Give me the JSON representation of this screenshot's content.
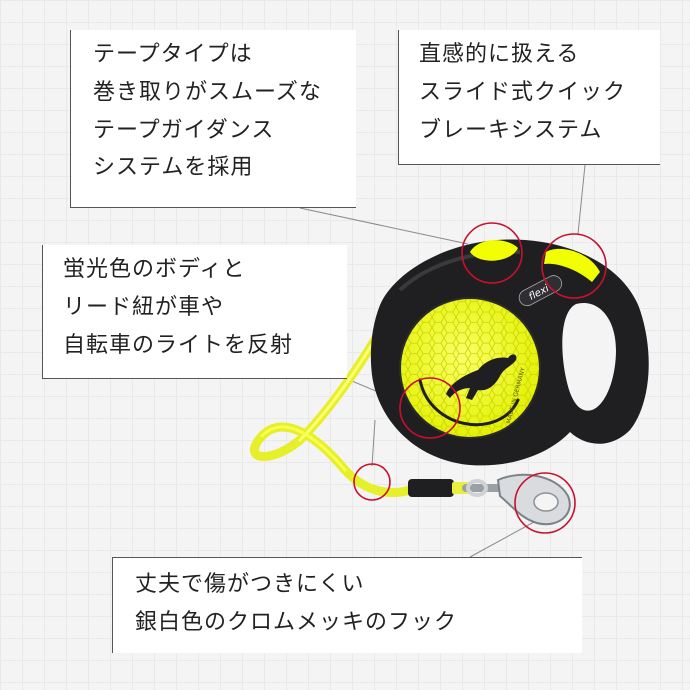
{
  "callouts": {
    "tape_guidance": {
      "lines": [
        "テープタイプは",
        "巻き取りがスムーズな",
        "テープガイダンス",
        "システムを採用"
      ]
    },
    "brake": {
      "lines": [
        "直感的に扱える",
        "スライド式クイック",
        "ブレーキシステム"
      ]
    },
    "reflective": {
      "lines": [
        "蛍光色のボディと",
        "リード紐が車や",
        "自転車のライトを反射"
      ]
    },
    "hook": {
      "lines": [
        "丈夫で傷がつきにくい",
        "銀白色のクロムメッキのフック"
      ]
    }
  },
  "product": {
    "logo_text": "flexi",
    "badge_text": "MADE IN GERMANY"
  },
  "colors": {
    "neon_yellow": "#f2ff00",
    "body_dark": "#1f1f21",
    "highlight_red": "#c8102e",
    "leader_line": "#8a8a8a"
  }
}
